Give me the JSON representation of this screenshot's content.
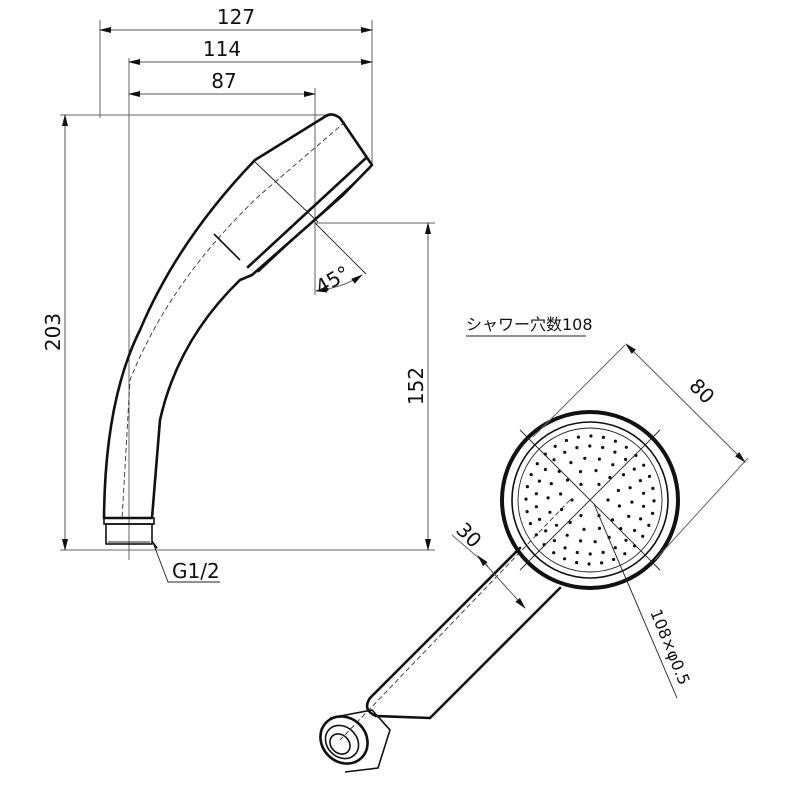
{
  "drawing": {
    "type": "technical-drawing",
    "subject": "hand shower head",
    "side_view": {
      "dimensions": {
        "overall_width": "127",
        "width_to_head": "114",
        "width_to_face": "87",
        "overall_height": "203",
        "face_height": "152",
        "face_angle": "45°"
      },
      "thread_callout": "G1/2"
    },
    "front_view": {
      "note": "シャワー穴数108",
      "dimensions": {
        "head_diameter": "80",
        "handle_width": "30",
        "holes": "108×φ0.5"
      }
    },
    "colors": {
      "line": "#111111",
      "dimension_line": "#555555",
      "background": "#ffffff"
    }
  }
}
